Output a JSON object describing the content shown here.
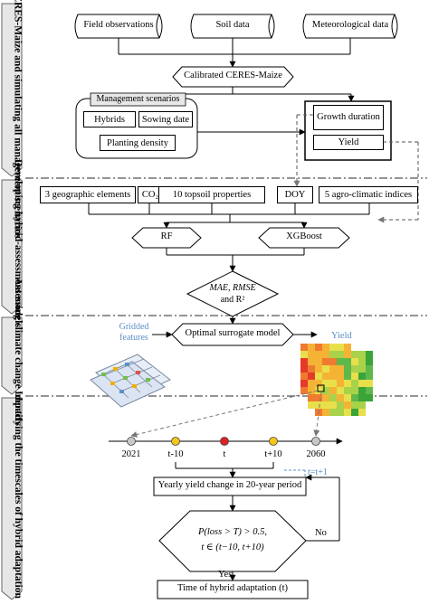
{
  "sections": [
    "Calibrating CERES-Maize and simulating all management scenarios",
    "Developing hybrid-assessment models",
    "Assessing climate change impacts",
    "Identifying the timescales of hybrid adaptation"
  ],
  "inputs": [
    "Field observations",
    "Soil data",
    "Meteorological data"
  ],
  "calibrated_model": "Calibrated CERES-Maize",
  "management": {
    "title": "Management scenarios",
    "items": [
      "Hybrids",
      "Sowing date",
      "Planting density"
    ]
  },
  "outputs": [
    "Growth duration",
    "Yield"
  ],
  "features": [
    "3 geographic elements",
    "CO₂",
    "10 topsoil properties",
    "DOY",
    "5 agro-climatic indices"
  ],
  "models": [
    "RF",
    "XGBoost"
  ],
  "metrics": {
    "line1": "MAE, RMSE",
    "line2": "and R²"
  },
  "surrogate": {
    "gridded_label_1": "Gridded",
    "gridded_label_2": "features",
    "model_label": "Optimal surrogate model",
    "yield_label": "Yield"
  },
  "timeline": {
    "ticks": [
      "2021",
      "t-10",
      "t",
      "t+10",
      "2060"
    ]
  },
  "adaptation": {
    "update": "t=t+1",
    "yearly_change": "Yearly yield change in 20-year period",
    "condition_1": "P(loss > T) > 0.5,",
    "condition_2": "t ∈ (t−10, t+10)",
    "no": "No",
    "yes": "Yes",
    "result": "Time of hybrid adaptation (t)"
  },
  "colors": {
    "dashed_divider": "#555555",
    "blue_label": "#5b8fc8",
    "timeline_gray": "#c8c8c8",
    "timeline_yellow": "#f5c518",
    "timeline_red": "#e02020",
    "map_red": "#e53a2a",
    "map_green": "#3aa33a"
  }
}
